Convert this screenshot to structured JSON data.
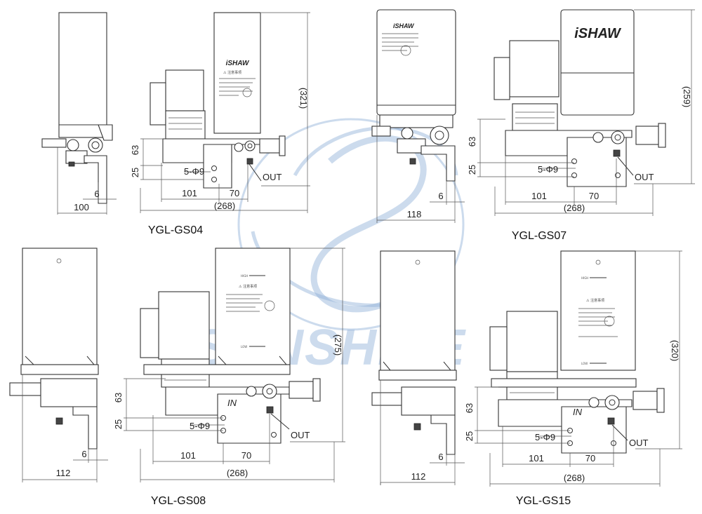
{
  "brand_logo": "iSHAW",
  "watermark": "SUNSHINE",
  "label_in": "IN",
  "label_out": "OUT",
  "tank_mark_high": "HIGH",
  "tank_mark_low": "LOW",
  "views": {
    "gs04": {
      "caption": "YGL-GS04",
      "dim_height": "(321)",
      "dim_63": "63",
      "dim_25": "25",
      "dim_hole": "5-Φ9",
      "dim_101": "101",
      "dim_70": "70",
      "dim_268": "(268)",
      "dim_6": "6",
      "dim_width": "100"
    },
    "gs07": {
      "caption": "YGL-GS07",
      "dim_height": "(259)",
      "dim_63": "63",
      "dim_25": "25",
      "dim_hole": "5-Φ9",
      "dim_101": "101",
      "dim_70": "70",
      "dim_268": "(268)",
      "dim_6": "6",
      "dim_width": "118"
    },
    "gs08": {
      "caption": "YGL-GS08",
      "dim_height": "(275)",
      "dim_63": "63",
      "dim_25": "25",
      "dim_hole": "5-Φ9",
      "dim_101": "101",
      "dim_70": "70",
      "dim_268": "(268)",
      "dim_6": "6",
      "dim_width": "112"
    },
    "gs15": {
      "caption": "YGL-GS15",
      "dim_height": "(320)",
      "dim_63": "63",
      "dim_25": "25",
      "dim_hole": "5-Φ9",
      "dim_101": "101",
      "dim_70": "70",
      "dim_268": "(268)",
      "dim_6": "6",
      "dim_width": "112"
    }
  }
}
